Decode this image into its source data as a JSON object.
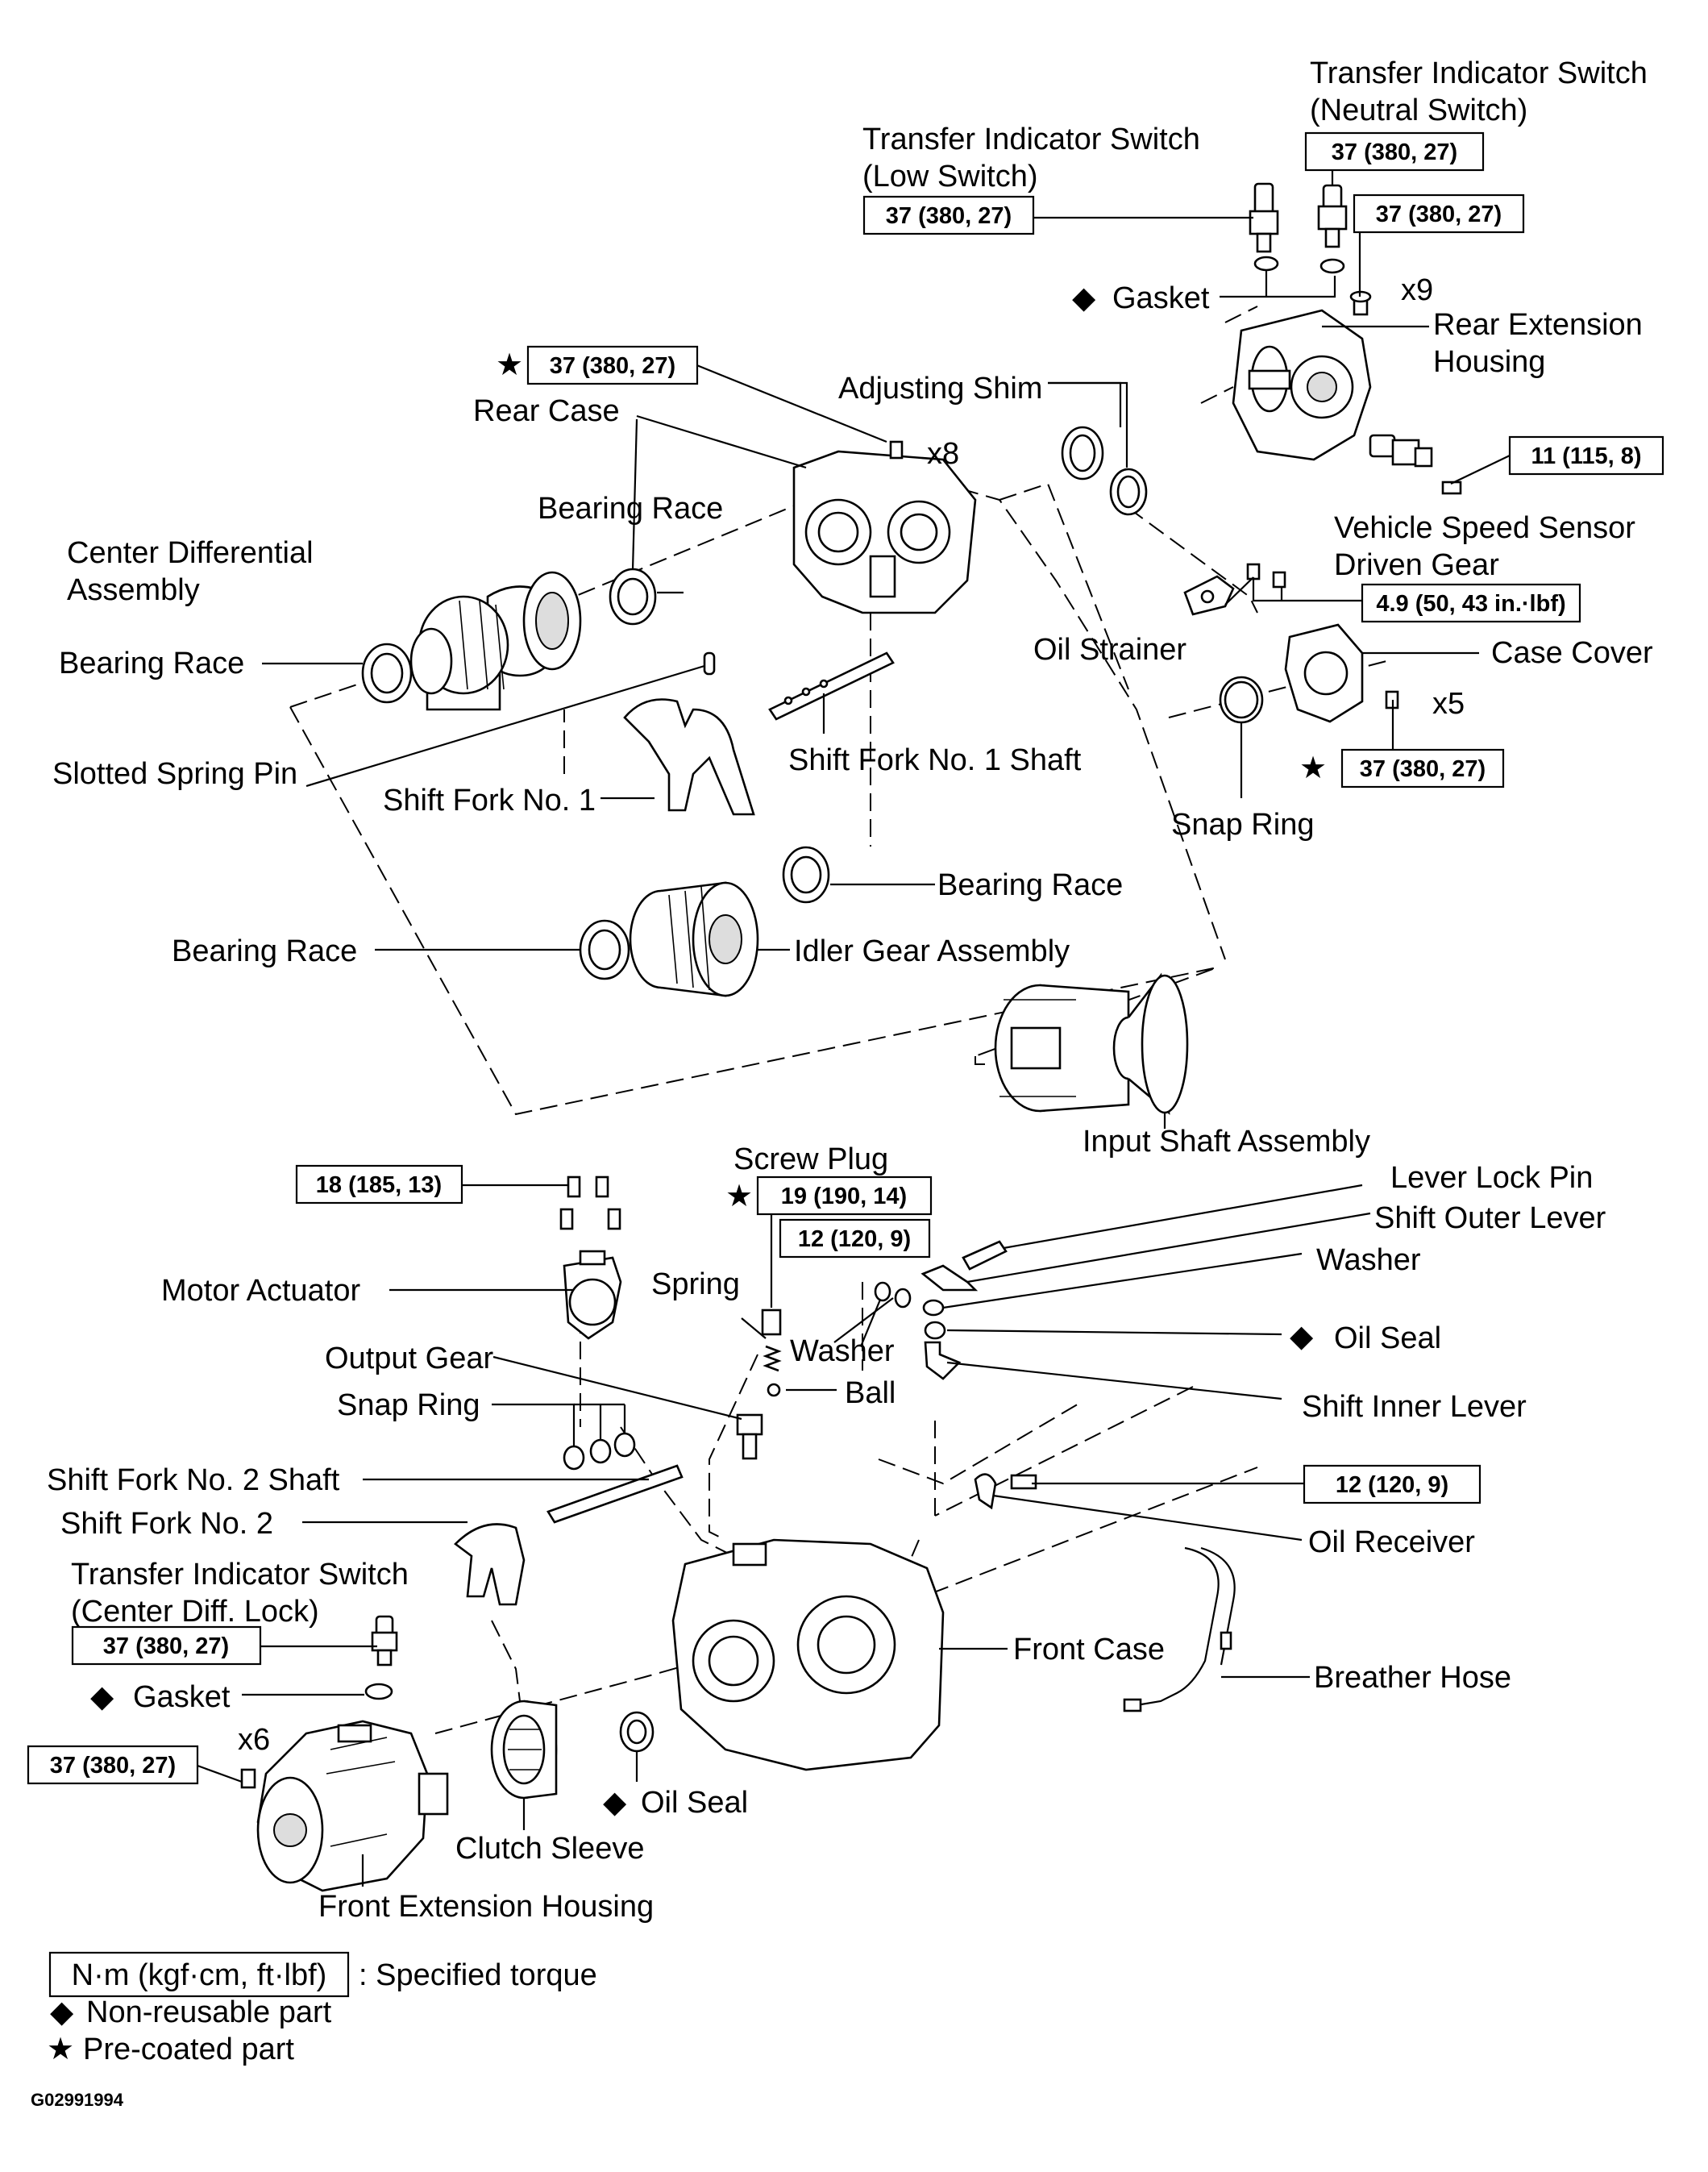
{
  "labels": {
    "tis_low": [
      "Transfer Indicator Switch",
      "(Low Switch)"
    ],
    "tis_neutral": [
      "Transfer Indicator Switch",
      "(Neutral Switch)"
    ],
    "gasket_top": "Gasket",
    "rear_ext_housing": [
      "Rear Extension",
      "Housing"
    ],
    "x9": "x9",
    "adjusting_shim": "Adjusting Shim",
    "rear_case": "Rear Case",
    "x8": "x8",
    "bearing_race_1": "Bearing Race",
    "center_diff": [
      "Center Differential",
      "Assembly"
    ],
    "vss_gear": [
      "Vehicle Speed Sensor",
      "Driven Gear"
    ],
    "bearing_race_2": "Bearing Race",
    "oil_strainer": "Oil Strainer",
    "case_cover": "Case Cover",
    "x5": "x5",
    "slotted_pin": "Slotted Spring Pin",
    "shift_fork_1_shaft": "Shift Fork No. 1 Shaft",
    "shift_fork_1": "Shift Fork No. 1",
    "snap_ring_top": "Snap Ring",
    "bearing_race_3": "Bearing Race",
    "bearing_race_4": "Bearing Race",
    "idler_gear": "Idler Gear Assembly",
    "input_shaft": "Input Shaft Assembly",
    "screw_plug": "Screw Plug",
    "lever_lock_pin": "Lever Lock Pin",
    "shift_outer_lever": "Shift Outer Lever",
    "washer_1": "Washer",
    "motor_actuator": "Motor Actuator",
    "spring": "Spring",
    "oil_seal_1": "Oil Seal",
    "washer_2": "Washer",
    "output_gear": "Output Gear",
    "ball": "Ball",
    "snap_ring_mid": "Snap Ring",
    "shift_inner_lever": "Shift Inner Lever",
    "shift_fork_2_shaft": "Shift Fork No. 2 Shaft",
    "shift_fork_2": "Shift Fork No. 2",
    "oil_receiver": "Oil Receiver",
    "tis_cdl": [
      "Transfer Indicator Switch",
      "(Center Diff. Lock)"
    ],
    "gasket_bottom": "Gasket",
    "front_case": "Front Case",
    "breather_hose": "Breather Hose",
    "x6": "x6",
    "oil_seal_2": "Oil Seal",
    "clutch_sleeve": "Clutch Sleeve",
    "front_ext_housing": "Front Extension Housing"
  },
  "torques": {
    "tis_low": "37 (380, 27)",
    "tis_neutral": "37 (380, 27)",
    "rear_ext_bolt": "37 (380, 27)",
    "rear_case_bolt": "37 (380, 27)",
    "vss_bolt": "11 (115, 8)",
    "oil_strainer_bolt": "4.9 (50, 43 in.·lbf)",
    "case_cover_bolt": "37 (380, 27)",
    "motor_actuator_bolt": "18 (185, 13)",
    "screw_plug": "19 (190, 14)",
    "outer_lever_nut": "12 (120, 9)",
    "oil_receiver_bolt": "12 (120, 9)",
    "tis_cdl": "37 (380, 27)",
    "front_ext_bolt": "37 (380, 27)"
  },
  "symbols": {
    "non_reusable": "◆",
    "pre_coated": "★"
  },
  "legend": {
    "unit_box": "N·m (kgf·cm, ft·lbf)",
    "unit_desc": ": Specified torque",
    "non_reusable": "Non-reusable part",
    "pre_coated": "Pre-coated part"
  },
  "figure_code": "G02991994"
}
